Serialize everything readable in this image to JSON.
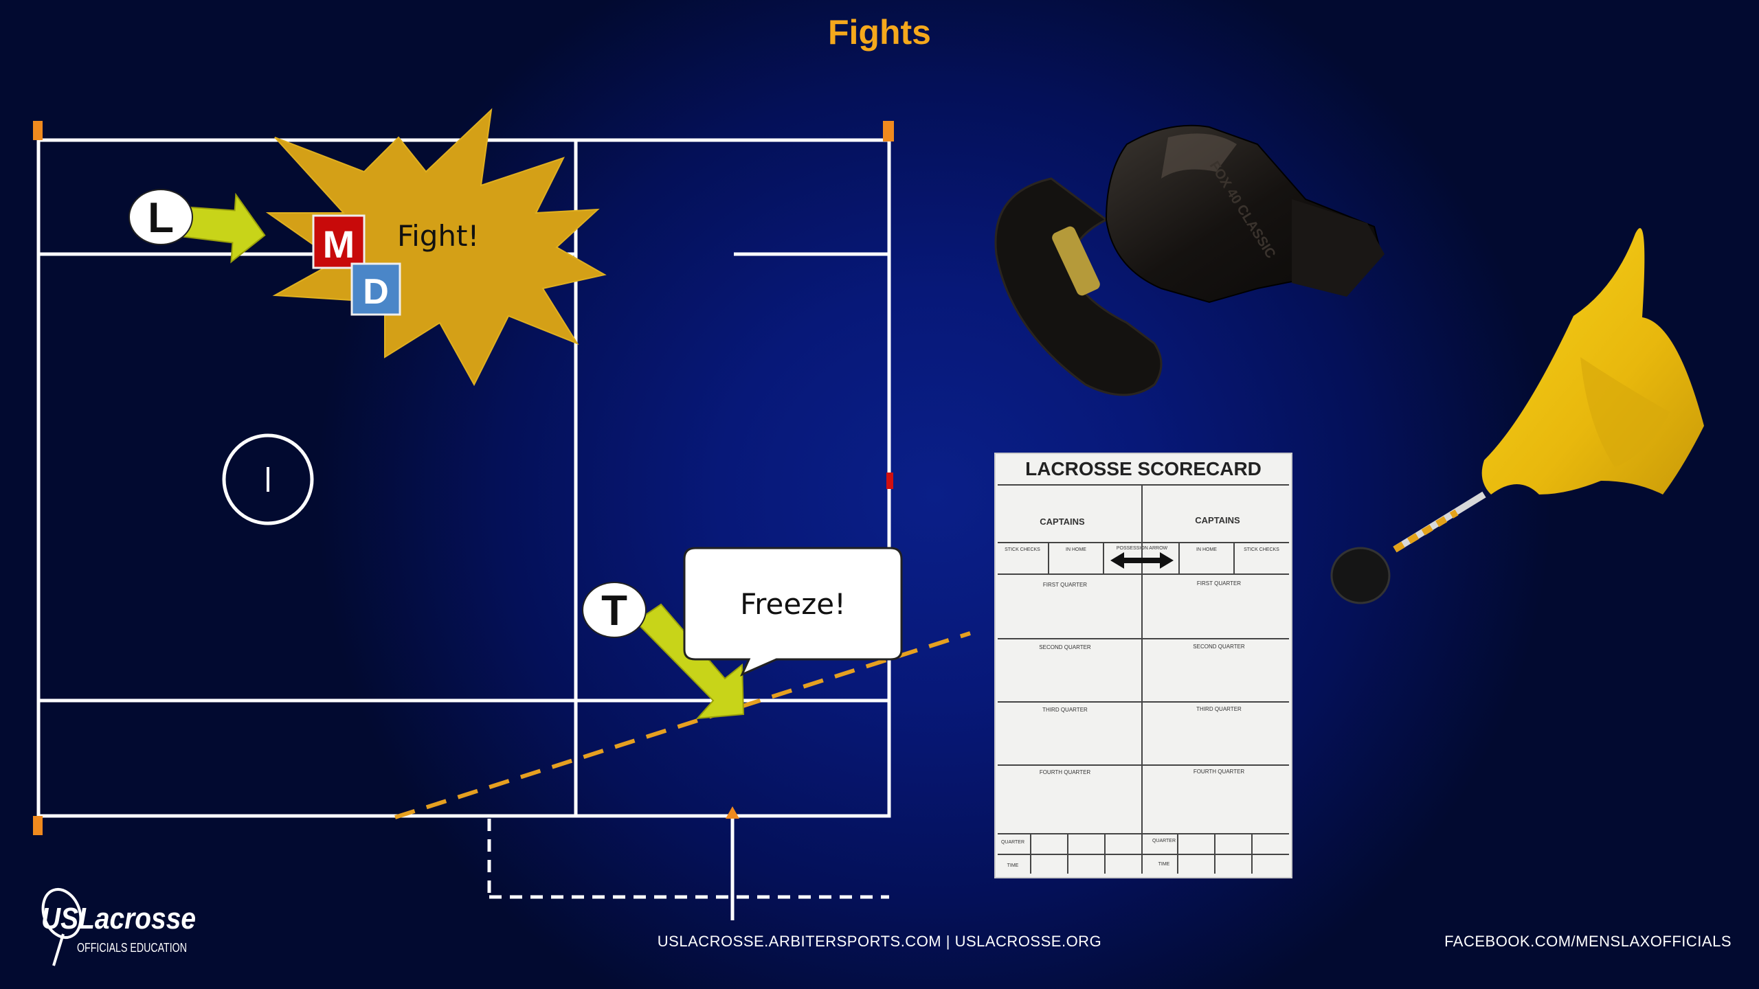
{
  "slide": {
    "title": "Fights"
  },
  "diagram": {
    "fight_label": "Fight!",
    "freeze_label": "Freeze!",
    "officials": [
      {
        "id": "L",
        "label": "L"
      },
      {
        "id": "T",
        "label": "T"
      }
    ],
    "players": [
      {
        "id": "M",
        "label": "M",
        "color": "#c80a0a"
      },
      {
        "id": "D",
        "label": "D",
        "color": "#4a86c8"
      }
    ],
    "center_marker": "|",
    "colors": {
      "field_lines": "#ffffff",
      "starburst": "#d4a017",
      "arrow": "#c8d419",
      "dashed_line": "#e6a020",
      "corner_markers": "#f08a1e",
      "title": "#f5a81c"
    }
  },
  "scorecard": {
    "title": "LACROSSE SCORECARD",
    "captains": [
      "CAPTAINS",
      "CAPTAINS"
    ],
    "columns": [
      "STICK CHECKS",
      "IN HOME",
      "POSSESSION ARROW",
      "IN HOME",
      "STICK CHECKS"
    ],
    "quarters_left": [
      "FIRST QUARTER",
      "SECOND QUARTER",
      "THIRD QUARTER",
      "FOURTH QUARTER"
    ],
    "quarters_right": [
      "FIRST QUARTER",
      "SECOND QUARTER",
      "THIRD QUARTER",
      "FOURTH QUARTER"
    ],
    "bottom_labels": [
      "QUARTER",
      "TIME",
      "QUARTER",
      "TIME"
    ]
  },
  "whistle": {
    "brand": "FOX 40 CLASSIC"
  },
  "icons": [
    "whistle-icon",
    "penalty-flag-icon",
    "us-lacrosse-logo"
  ],
  "footer": {
    "center": "USLACROSSE.ARBITERSPORTS.COM | USLACROSSE.ORG",
    "right": "FACEBOOK.COM/MENSLAXOFFICIALS",
    "logo_main": "USLacrosse",
    "logo_sub": "OFFICIALS EDUCATION"
  }
}
